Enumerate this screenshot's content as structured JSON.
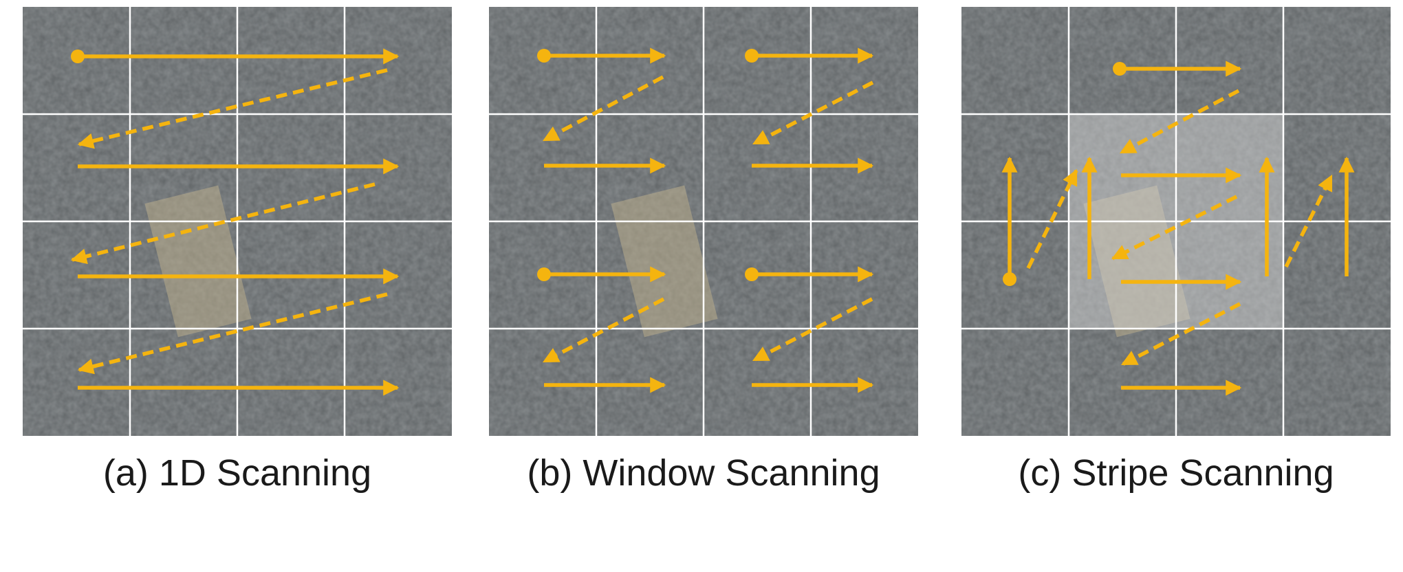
{
  "figure": {
    "grid_size": 4,
    "panels": [
      {
        "id": "1d",
        "caption": "(a) 1D Scanning"
      },
      {
        "id": "window",
        "caption": "(b) Window Scanning"
      },
      {
        "id": "stripe",
        "caption": "(c) Stripe Scanning"
      }
    ]
  },
  "colors": {
    "arrow": "#F5B40F",
    "grid_line": "#ffffff",
    "image_base": "#5c6062",
    "highlight": "#dcdcdc"
  }
}
